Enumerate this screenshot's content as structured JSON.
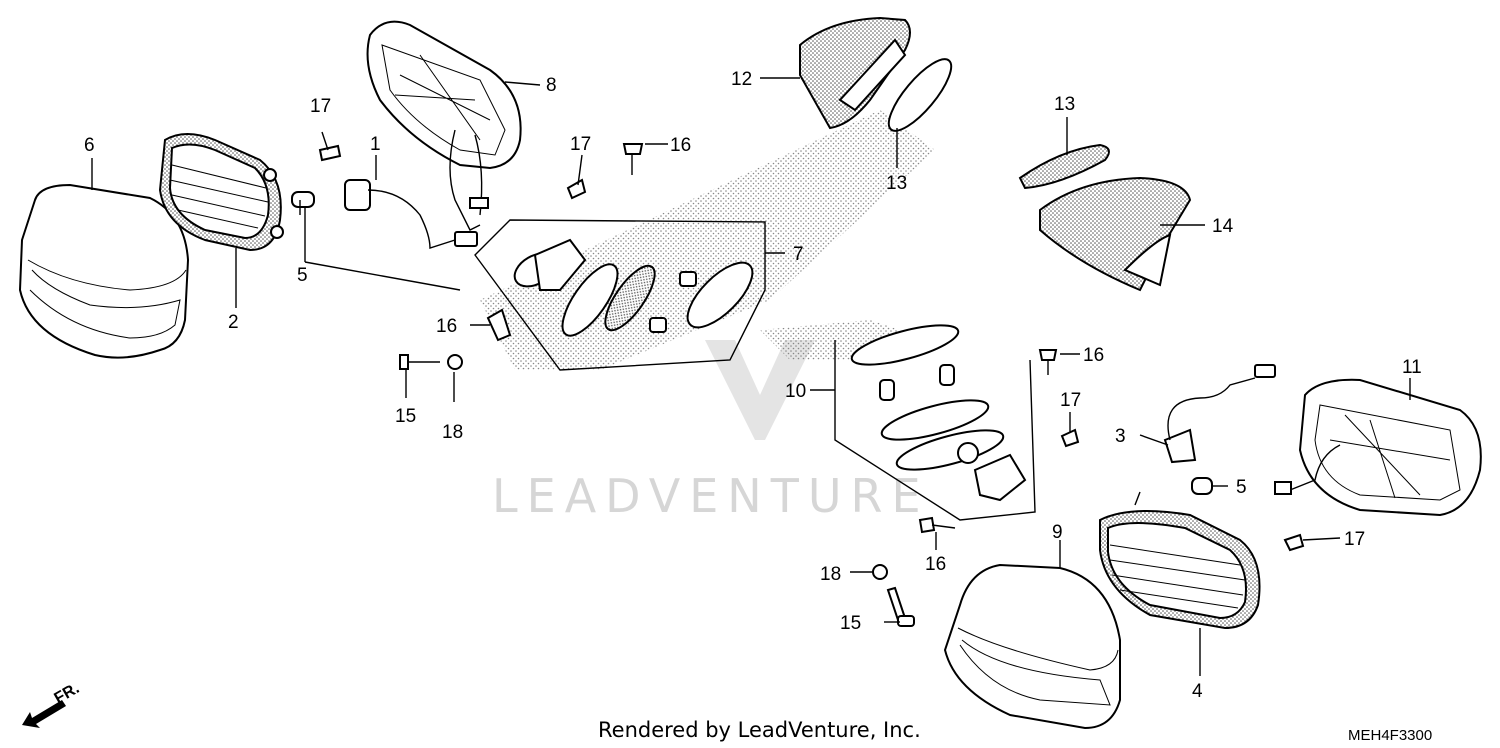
{
  "watermark": "LEADVENTURE",
  "footer": {
    "credit": "Rendered by LeadVenture, Inc.",
    "diagram_code": "MEH4F3300",
    "direction_label": "FR."
  },
  "callouts": [
    {
      "id": "c1",
      "label": "1"
    },
    {
      "id": "c2",
      "label": "2"
    },
    {
      "id": "c3",
      "label": "3"
    },
    {
      "id": "c4",
      "label": "4"
    },
    {
      "id": "c5a",
      "label": "5"
    },
    {
      "id": "c5b",
      "label": "5"
    },
    {
      "id": "c6",
      "label": "6"
    },
    {
      "id": "c7",
      "label": "7"
    },
    {
      "id": "c8",
      "label": "8"
    },
    {
      "id": "c9",
      "label": "9"
    },
    {
      "id": "c10",
      "label": "10"
    },
    {
      "id": "c11",
      "label": "11"
    },
    {
      "id": "c12",
      "label": "12"
    },
    {
      "id": "c13a",
      "label": "13"
    },
    {
      "id": "c13b",
      "label": "13"
    },
    {
      "id": "c14",
      "label": "14"
    },
    {
      "id": "c15a",
      "label": "15"
    },
    {
      "id": "c15b",
      "label": "15"
    },
    {
      "id": "c16a",
      "label": "16"
    },
    {
      "id": "c16b",
      "label": "16"
    },
    {
      "id": "c16c",
      "label": "16"
    },
    {
      "id": "c16d",
      "label": "16"
    },
    {
      "id": "c17a",
      "label": "17"
    },
    {
      "id": "c17b",
      "label": "17"
    },
    {
      "id": "c17c",
      "label": "17"
    },
    {
      "id": "c17d",
      "label": "17"
    },
    {
      "id": "c18a",
      "label": "18"
    },
    {
      "id": "c18b",
      "label": "18"
    }
  ]
}
